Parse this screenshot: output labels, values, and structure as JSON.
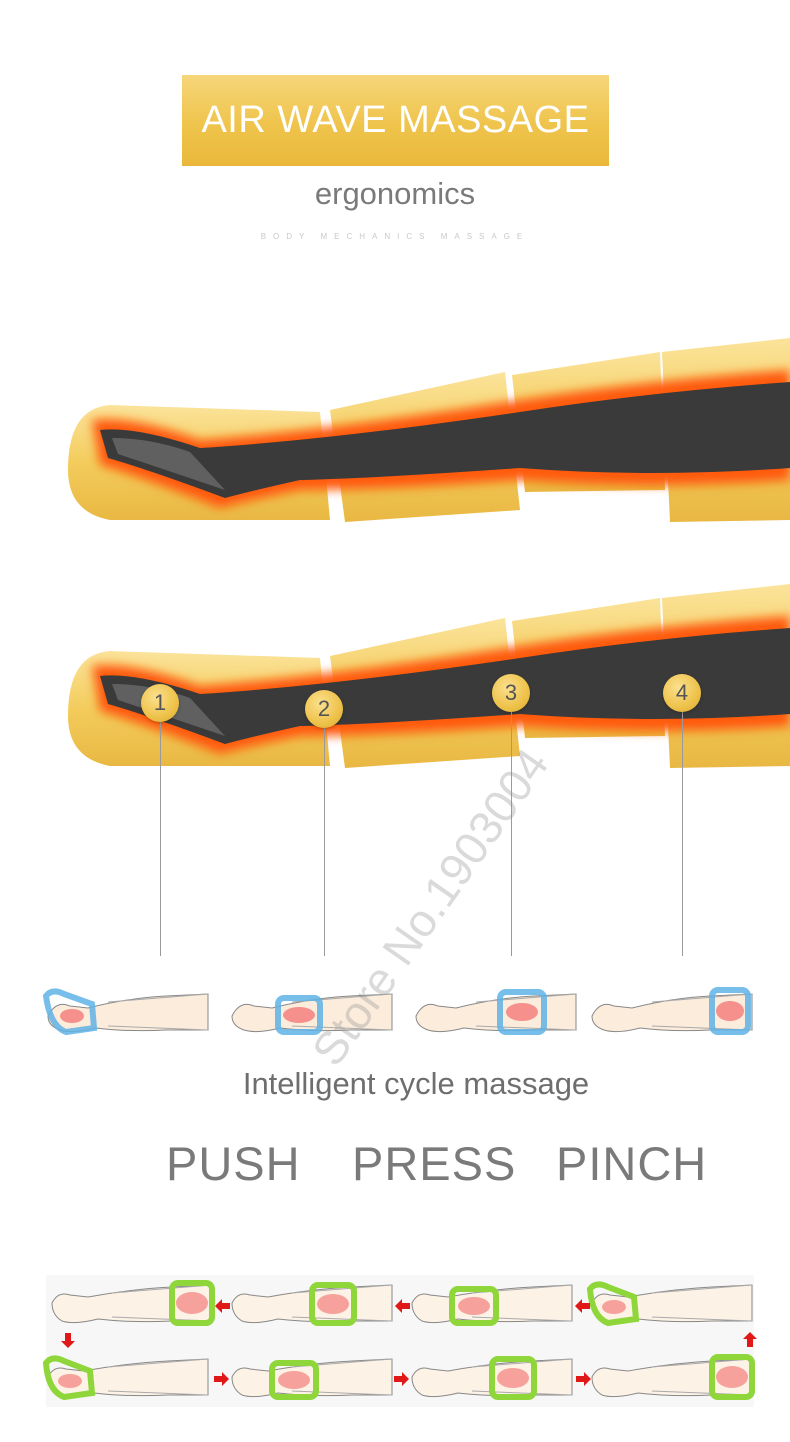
{
  "header": {
    "title": "AIR WAVE MASSAGE",
    "subtitle": "ergonomics",
    "tagline": "BODY MECHANICS MASSAGE"
  },
  "chambers": {
    "labels": [
      "1",
      "2",
      "3",
      "4"
    ]
  },
  "watermark": "Store No.1903004",
  "cycle": {
    "caption": "Intelligent cycle massage",
    "modes": [
      "PUSH",
      "PRESS",
      "PINCH"
    ]
  },
  "colors": {
    "gold": "#efc44c",
    "gold_light": "#f6d67a",
    "heat_orange": "#ff5a0a",
    "leg_dark": "#3a3a3a",
    "chamber_blue": "#5fb3e6",
    "chamber_green": "#8ed63a",
    "arrow_red": "#e01818"
  }
}
